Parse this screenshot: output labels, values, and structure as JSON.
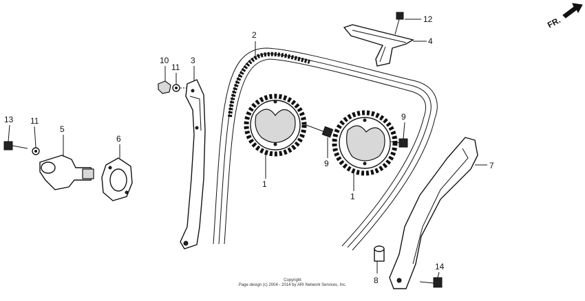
{
  "diagram": {
    "direction_label": "FR.",
    "callouts": {
      "c1a": "1",
      "c1b": "1",
      "c2": "2",
      "c3": "3",
      "c4": "4",
      "c5": "5",
      "c6": "6",
      "c7": "7",
      "c8": "8",
      "c9a": "9",
      "c9b": "9",
      "c10": "10",
      "c11a": "11",
      "c11b": "11",
      "c12": "12",
      "c13": "13",
      "c14": "14"
    },
    "copyright": {
      "line1": "Copyright",
      "line2": "Page design (c) 2004 - 2014 by ARI Network Services, Inc."
    }
  }
}
